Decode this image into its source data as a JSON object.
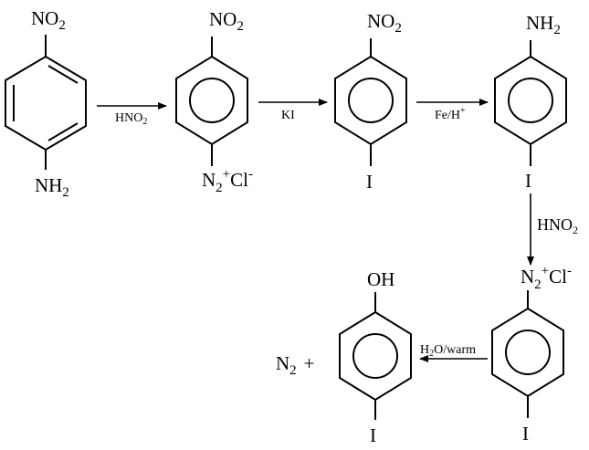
{
  "molecules": {
    "m1": {
      "top_main": "NO",
      "top_sub": "2",
      "bottom_main": "NH",
      "bottom_sub": "2"
    },
    "m2": {
      "top_main": "NO",
      "top_sub": "2",
      "bottom_n": "N",
      "bottom_n_sub": "2",
      "bottom_n_sup": "+",
      "bottom_cl": "Cl",
      "bottom_cl_sup": "-"
    },
    "m3": {
      "top_main": "NO",
      "top_sub": "2",
      "bottom": "I"
    },
    "m4": {
      "top_main": "NH",
      "top_sub": "2",
      "bottom": "I"
    },
    "m5": {
      "top_n": "N",
      "top_n_sub": "2",
      "top_n_sup": "+",
      "top_cl": "Cl",
      "top_cl_sup": "-",
      "bottom": "I"
    },
    "m6": {
      "top": "OH",
      "bottom": "I"
    }
  },
  "reagents": {
    "r1": {
      "main": "HNO",
      "sub": "2"
    },
    "r2": {
      "text": "KI"
    },
    "r3": {
      "main": "Fe/H",
      "sup": "+"
    },
    "r4": {
      "main": "HNO",
      "sub": "2"
    },
    "r5": {
      "pre": "H",
      "sub": "2",
      "post": "O/warm"
    }
  },
  "byproduct": {
    "main": "N",
    "sub": "2",
    "plus": "+"
  }
}
